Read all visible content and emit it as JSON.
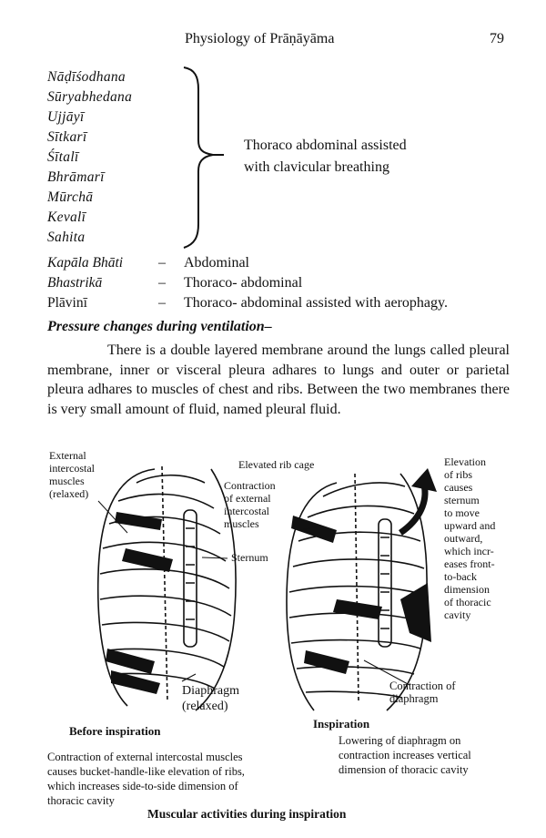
{
  "header": {
    "title": "Physiology of Prāṇāyāma",
    "page_number": "79"
  },
  "group_list": [
    "Nāḍīśodhana",
    "Sūryabhedana",
    "Ujjāyī",
    "Sītkarī",
    "Śītalī",
    "Bhrāmarī",
    "Mūrchā",
    "Kevalī",
    "Sahita"
  ],
  "group_description": [
    "Thoraco abdominal assisted",
    "with clavicular breathing"
  ],
  "rows": [
    {
      "name": "Kapāla Bhāti",
      "dash": "–",
      "value": "Abdominal"
    },
    {
      "name": "Bhastrikā",
      "dash": "–",
      "value": "Thoraco- abdominal"
    },
    {
      "name": "Plāvinī",
      "dash": "–",
      "value": "Thoraco- abdominal assisted with aerophagy."
    }
  ],
  "section_heading": "Pressure changes during ventilation–",
  "paragraph": "There is a double layered membrane around the lungs called pleural membrane, inner or visceral pleura adhares to lungs and outer or parietal pleura adhares to muscles of chest and ribs. Between the two membranes there is very small amount of fluid, named pleural fluid.",
  "figure": {
    "left_labels": {
      "external_intercostal": [
        "External",
        "intercostal",
        "muscles",
        "(relaxed)"
      ],
      "sternum": "Sternum",
      "diaphragm": [
        "Diaphragm",
        "(relaxed)"
      ],
      "title": "Before inspiration",
      "caption": [
        "Contraction of external intercostal muscles",
        "causes bucket-handle-like elevation of ribs,",
        "which increases side-to-side dimension of",
        "thoracic cavity"
      ]
    },
    "right_labels": {
      "elevated_rib_cage": "Elevated rib cage",
      "contraction_external": [
        "Contraction",
        "of external",
        "intercostal",
        "muscles"
      ],
      "elevation": [
        "Elevation",
        "of ribs",
        "causes",
        "sternum",
        "to move",
        "upward and",
        "outward,",
        "which incr-",
        "eases front-",
        "to-back",
        "dimension",
        "of thoracic",
        "cavity"
      ],
      "contraction_diaphragm": [
        "Contraction of",
        "diaphragm"
      ],
      "title": "Inspiration",
      "caption": [
        "Lowering of diaphragm on",
        "contraction increases vertical",
        "dimension of thoracic cavity"
      ]
    },
    "title": "Muscular activities during inspiration"
  }
}
